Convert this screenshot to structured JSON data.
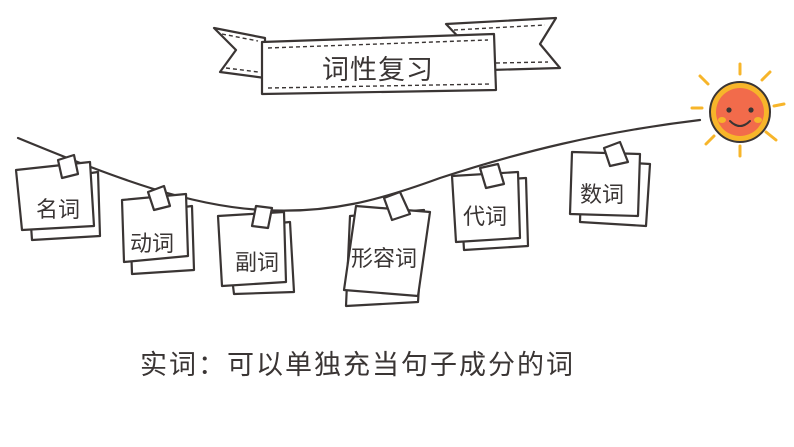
{
  "banner": {
    "title": "词性复习"
  },
  "cards": [
    {
      "label": "名词"
    },
    {
      "label": "动词"
    },
    {
      "label": "副词"
    },
    {
      "label": "形容词"
    },
    {
      "label": "代词"
    },
    {
      "label": "数词"
    }
  ],
  "caption": "实词：可以单独充当句子成分的词",
  "colors": {
    "ink": "#3a3534",
    "sun_face": "#f26b4b",
    "sun_ring": "#f7b52a",
    "cheek": "#f7b52a"
  }
}
